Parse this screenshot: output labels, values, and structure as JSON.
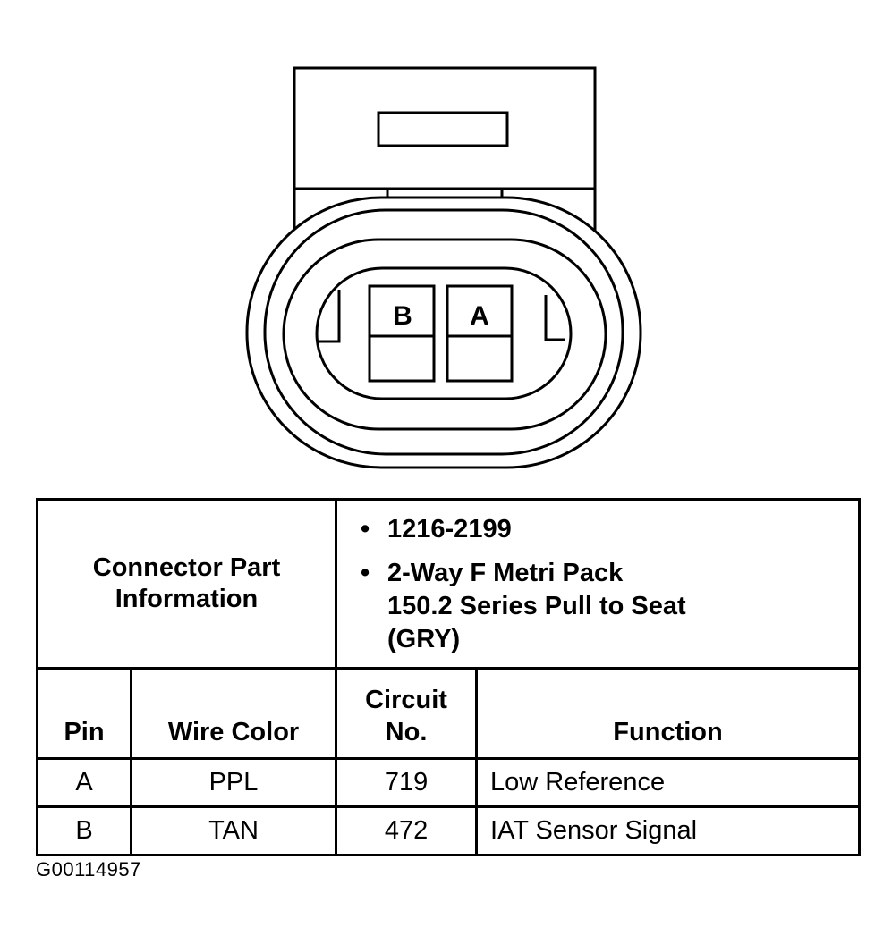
{
  "connector": {
    "pin_labels": [
      "B",
      "A"
    ]
  },
  "table": {
    "part_info_label": "Connector Part Information",
    "part_details": [
      "1216-2199",
      "2-Way F Metri Pack 150.2 Series Pull to Seat (GRY)"
    ],
    "headers": {
      "pin": "Pin",
      "wire_color": "Wire Color",
      "circuit_no": "Circuit No.",
      "function": "Function"
    },
    "rows": [
      {
        "pin": "A",
        "wire_color": "PPL",
        "circuit": "719",
        "function": "Low Reference"
      },
      {
        "pin": "B",
        "wire_color": "TAN",
        "circuit": "472",
        "function": "IAT Sensor Signal"
      }
    ]
  },
  "figure_id": "G00114957"
}
